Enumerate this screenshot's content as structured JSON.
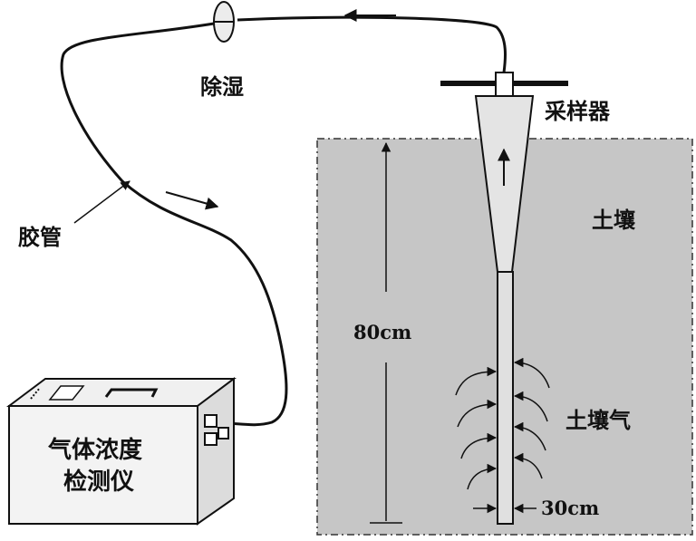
{
  "labels": {
    "dehumidify": "除湿",
    "sampler": "采样器",
    "hose": "胶管",
    "soil": "土壤",
    "soil_gas": "土壤气",
    "depth": "80cm",
    "pipe_width": "30cm",
    "analyzer_line1": "气体浓度",
    "analyzer_line2": "检测仪"
  },
  "colors": {
    "soil_fill": "#c6c6c6",
    "box_fill": "#f3f3f3",
    "stroke": "#111111"
  }
}
